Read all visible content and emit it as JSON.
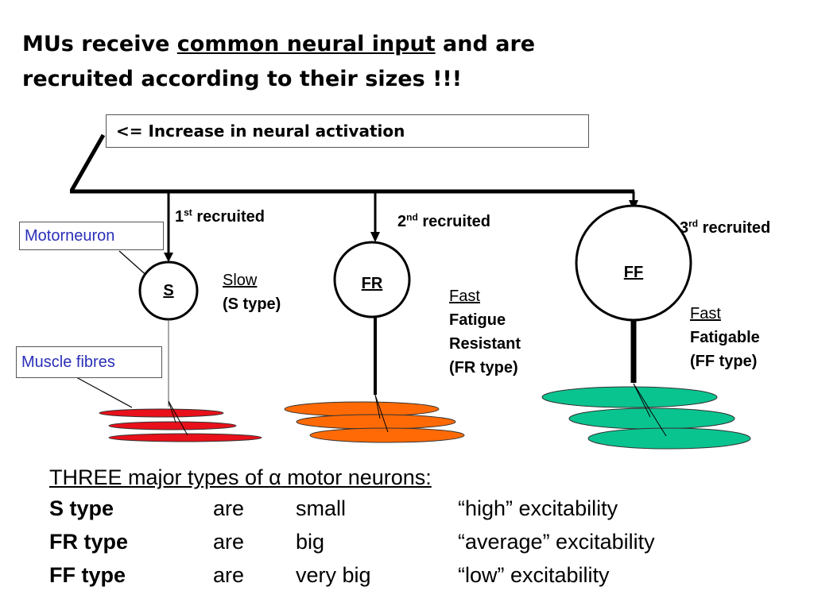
{
  "title": {
    "line1_before": "MUs receive ",
    "line1_underlined": "common neural input",
    "line1_after": " and are",
    "line2": "recruited according to their sizes !!!"
  },
  "activation_label": "<= Increase in neural activation",
  "motorneuron_label": "Motorneuron",
  "muscle_fibres_label": "Muscle fibres",
  "units": [
    {
      "node": "S",
      "order": "1",
      "order_sup": "st",
      "recruited": " recruited",
      "speed": "Slow",
      "lines": [
        "(S type)"
      ],
      "fibre_color": "#e8101a"
    },
    {
      "node": "FR",
      "order": "2",
      "order_sup": "nd",
      "recruited": " recruited",
      "speed": "Fast",
      "lines": [
        "Fatigue",
        "Resistant",
        "(FR type)"
      ],
      "fibre_color": "#ff6a06"
    },
    {
      "node": "FF",
      "order": "3",
      "order_sup": "rd",
      "recruited": " recruited",
      "speed": "Fast",
      "lines": [
        "Fatigable",
        "(FF type)"
      ],
      "fibre_color": "#0ac490"
    }
  ],
  "table": {
    "title_before": "THREE major types of ",
    "title_symbol": "α",
    "title_after": " motor neurons:",
    "rows": [
      {
        "type": "S type",
        "verb": "are",
        "size": "small",
        "excitability": "“high” excitability"
      },
      {
        "type": "FR type",
        "verb": "are",
        "size": "big",
        "excitability": "“average” excitability"
      },
      {
        "type": "FF type",
        "verb": "are",
        "size": "very big",
        "excitability": "“low” excitability"
      }
    ]
  }
}
